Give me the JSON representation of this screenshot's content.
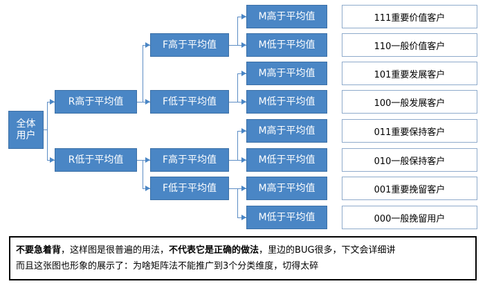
{
  "root": {
    "label": "全体用户"
  },
  "level1": [
    {
      "label": "R高于平均值"
    },
    {
      "label": "R低于平均值"
    }
  ],
  "level2": [
    {
      "label": "F高于平均值"
    },
    {
      "label": "F低于平均值"
    },
    {
      "label": "F高于平均值"
    },
    {
      "label": "F低于平均值"
    }
  ],
  "level3": [
    {
      "label": "M高于平均值"
    },
    {
      "label": "M低于平均值"
    },
    {
      "label": "M高于平均值"
    },
    {
      "label": "M低于平均值"
    },
    {
      "label": "M高于平均值"
    },
    {
      "label": "M低于平均值"
    },
    {
      "label": "M高于平均值"
    },
    {
      "label": "M低于平均值"
    }
  ],
  "results": [
    {
      "label": "111重要价值客户"
    },
    {
      "label": "110一般价值客户"
    },
    {
      "label": "101重要发展客户"
    },
    {
      "label": "100一般发展客户"
    },
    {
      "label": "011重要保持客户"
    },
    {
      "label": "010一般保持客户"
    },
    {
      "label": "001重要挽留客户"
    },
    {
      "label": "000一般挽留用户"
    }
  ],
  "note": {
    "line1_bold_a": "不要急着背",
    "line1_text_a": "，这样图是很普遍的用法，",
    "line1_bold_b": "不代表它是正确的做法",
    "line1_text_b": "，里边的BUG很多，下文会详细讲",
    "line2": "而且这张图也形象的展示了：为啥矩阵法不能推广到3个分类维度，切得太碎"
  },
  "colors": {
    "node_fill": "#4a86c5",
    "node_text": "#ffffff",
    "result_border": "#8eaacb",
    "connector": "#5b8cc4"
  }
}
